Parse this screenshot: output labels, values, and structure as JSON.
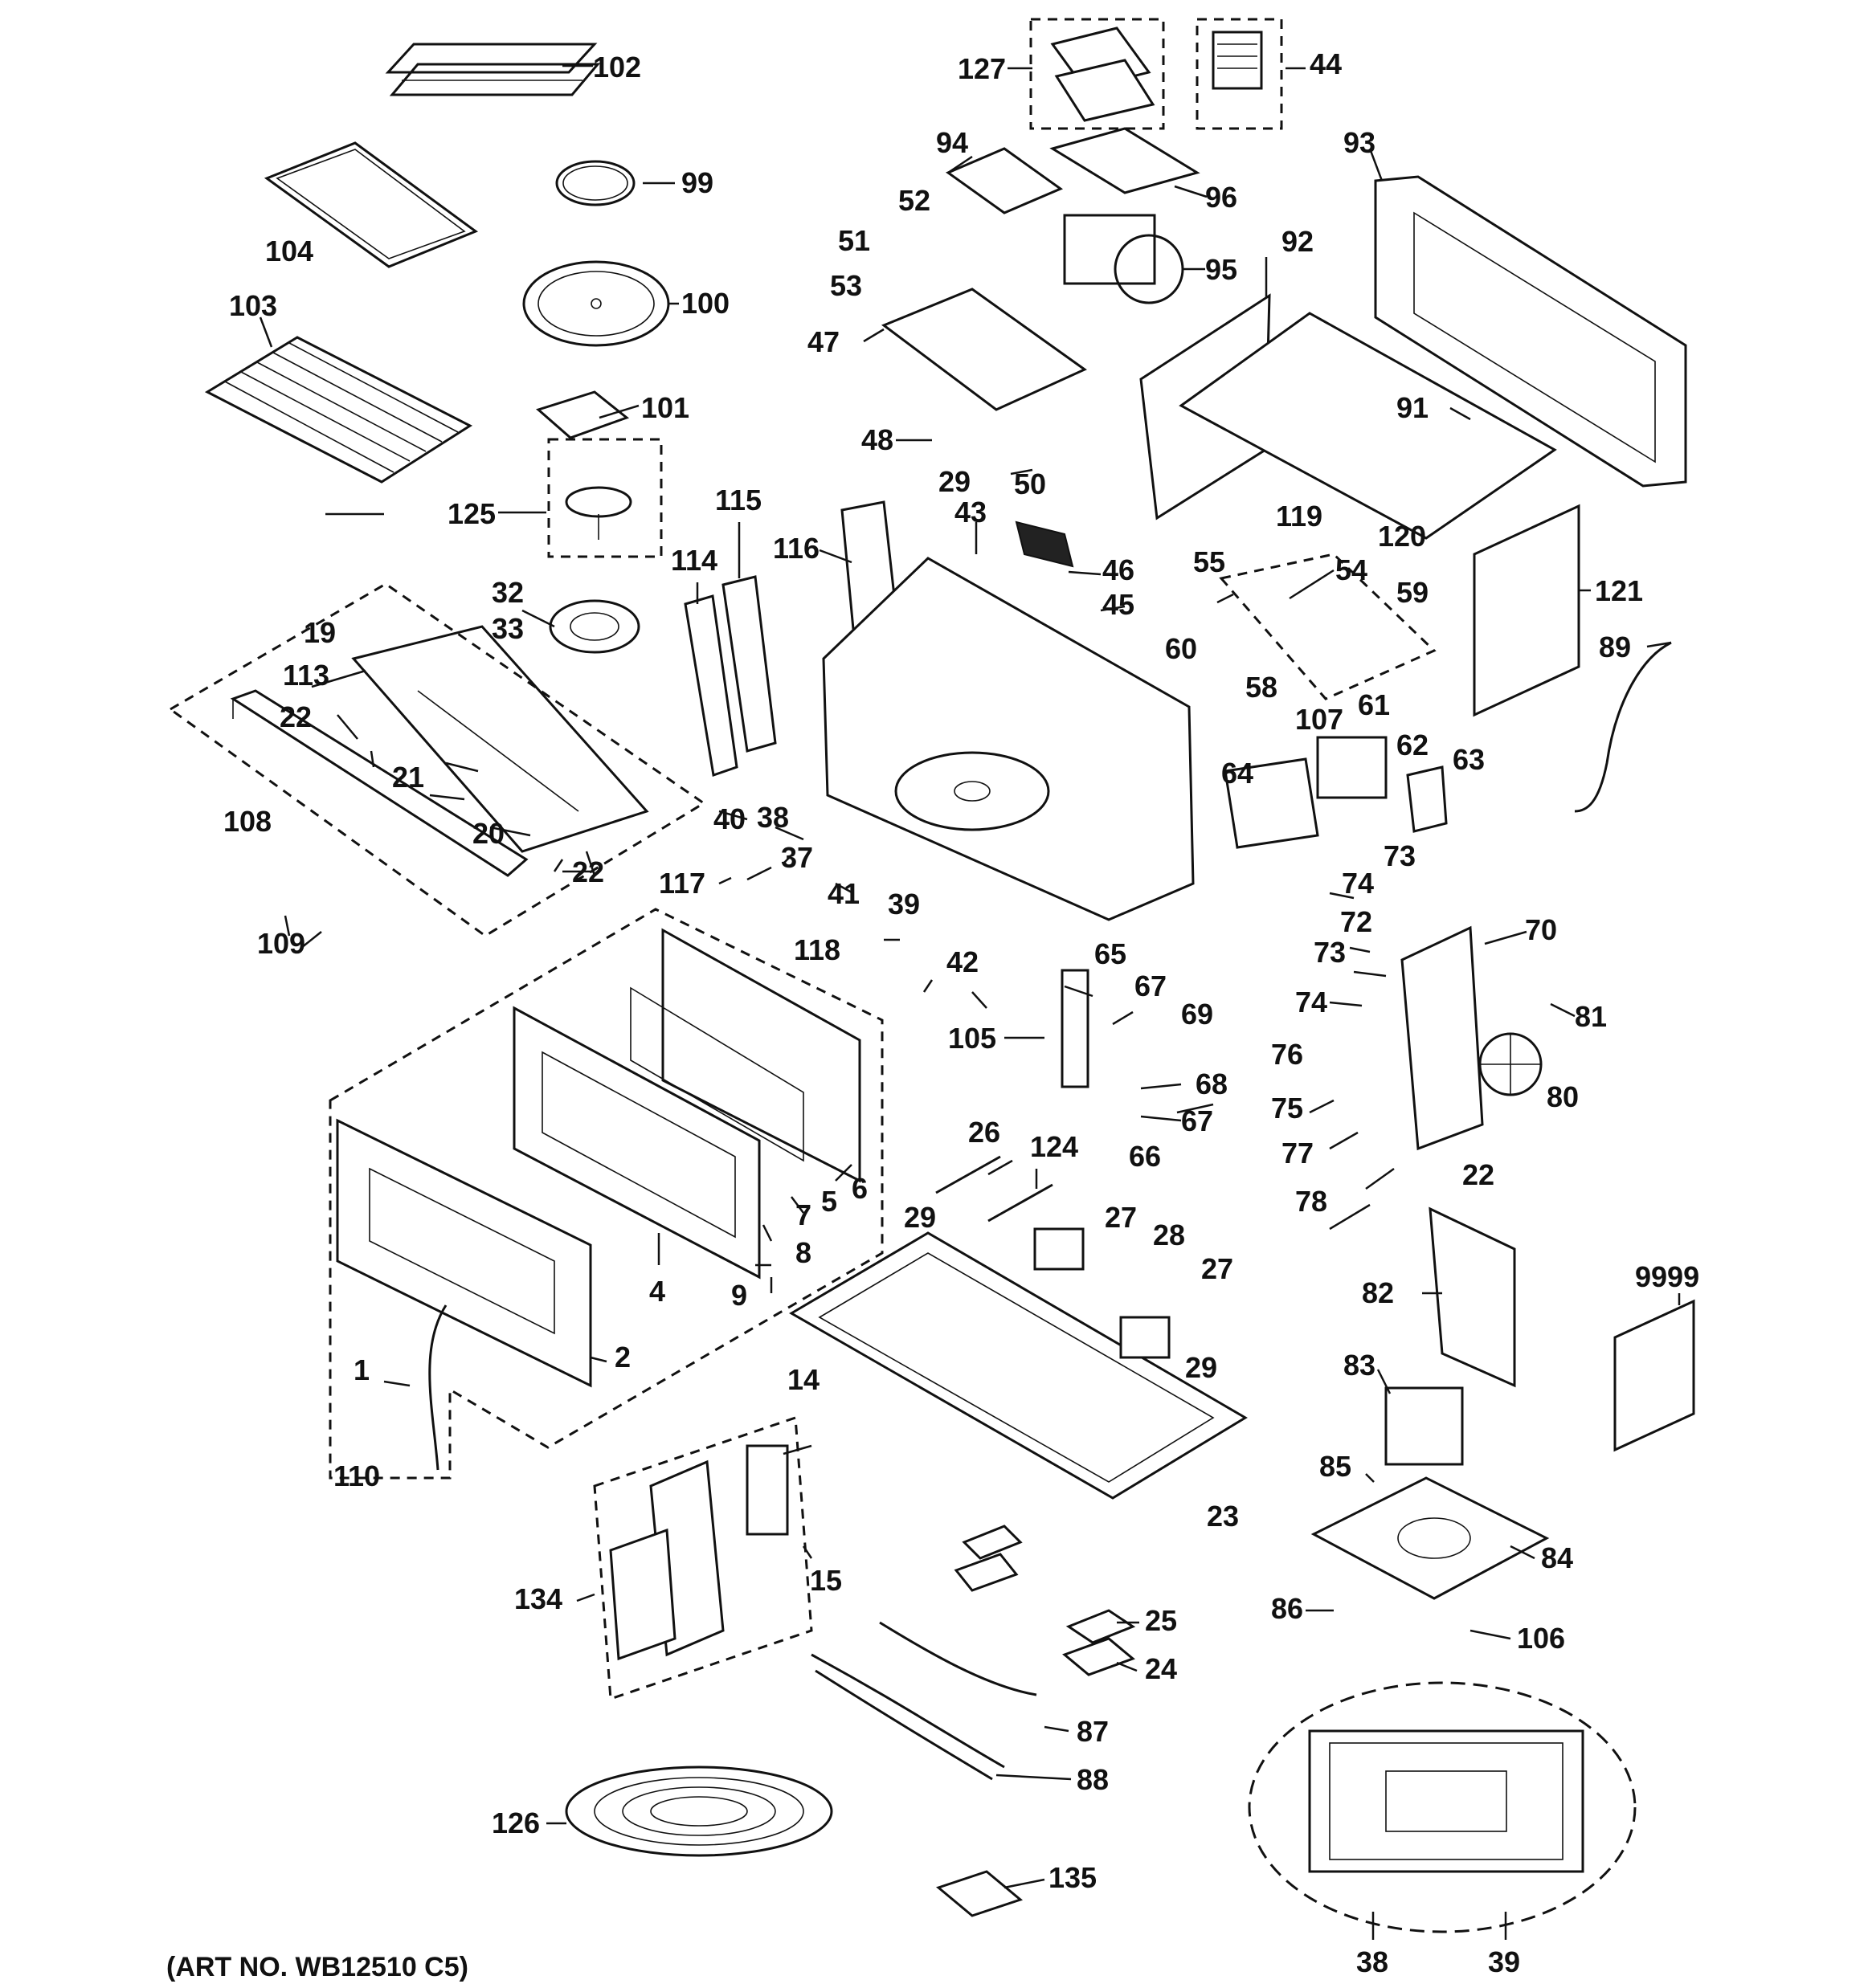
{
  "art_number": "(ART NO. WB12510 C5)",
  "part_labels": {
    "p1": "1",
    "p2": "2",
    "p4": "4",
    "p5": "5",
    "p6": "6",
    "p7": "7",
    "p8": "8",
    "p9": "9",
    "p14": "14",
    "p15": "15",
    "p19": "19",
    "p20": "20",
    "p21": "21",
    "p22a": "22",
    "p22b": "22",
    "p22c": "22",
    "p23": "23",
    "p24": "24",
    "p25": "25",
    "p26": "26",
    "p27a": "27",
    "p27b": "27",
    "p28": "28",
    "p29a": "29",
    "p29b": "29",
    "p29c": "29",
    "p32": "32",
    "p33": "33",
    "p37": "37",
    "p38a": "38",
    "p38b": "38",
    "p39a": "39",
    "p39b": "39",
    "p40": "40",
    "p41": "41",
    "p42": "42",
    "p43": "43",
    "p44": "44",
    "p45": "45",
    "p46": "46",
    "p47": "47",
    "p48": "48",
    "p50": "50",
    "p51": "51",
    "p52": "52",
    "p53": "53",
    "p54": "54",
    "p55": "55",
    "p58": "58",
    "p59": "59",
    "p60": "60",
    "p61": "61",
    "p62": "62",
    "p63": "63",
    "p64": "64",
    "p65": "65",
    "p66": "66",
    "p67a": "67",
    "p67b": "67",
    "p68": "68",
    "p69": "69",
    "p70": "70",
    "p72": "72",
    "p73a": "73",
    "p73b": "73",
    "p74a": "74",
    "p74b": "74",
    "p75": "75",
    "p76": "76",
    "p77": "77",
    "p78": "78",
    "p80": "80",
    "p81": "81",
    "p82": "82",
    "p83": "83",
    "p84": "84",
    "p85": "85",
    "p86": "86",
    "p87": "87",
    "p88": "88",
    "p89": "89",
    "p91": "91",
    "p92": "92",
    "p93": "93",
    "p94": "94",
    "p95": "95",
    "p96": "96",
    "p99": "99",
    "p100": "100",
    "p101": "101",
    "p102": "102",
    "p103": "103",
    "p104": "104",
    "p105": "105",
    "p106": "106",
    "p107": "107",
    "p108": "108",
    "p109": "109",
    "p110": "110",
    "p113": "113",
    "p114": "114",
    "p115": "115",
    "p116": "116",
    "p117": "117",
    "p118": "118",
    "p119": "119",
    "p120": "120",
    "p121": "121",
    "p124": "124",
    "p125": "125",
    "p126": "126",
    "p127": "127",
    "p134": "134",
    "p135": "135",
    "p9999": "9999"
  }
}
